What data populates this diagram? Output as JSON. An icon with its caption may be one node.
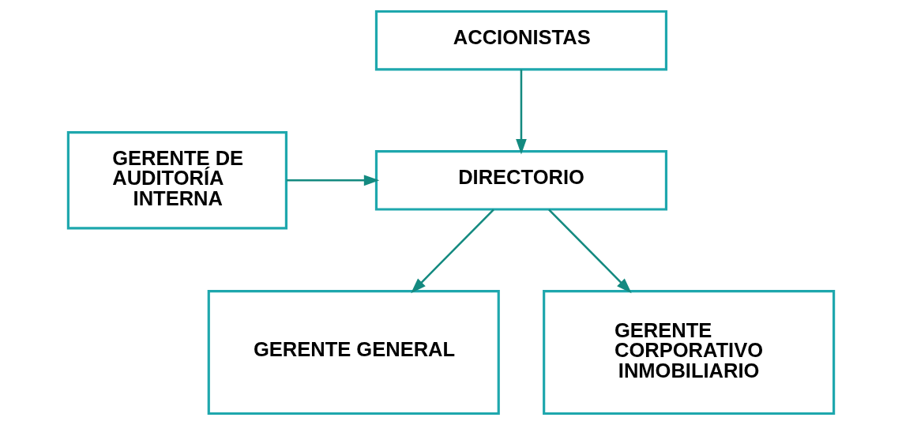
{
  "diagram": {
    "nodes": [
      {
        "text": [
          "ACCIONISTAS"
        ]
      },
      {
        "text": [
          "DIRECTORIO"
        ]
      },
      {
        "text": [
          "GERENTE DE AUDITORÍA INTERNA"
        ]
      },
      {
        "text": [
          "GERENTE GENERAL"
        ]
      },
      {
        "text": [
          "GERENTE CORPORATIVO INMOBILIARIO"
        ]
      }
    ],
    "edges": [
      {
        "from": 0,
        "to": 1,
        "arrow": "to"
      },
      {
        "from": 2,
        "to": 1,
        "arrow": "to"
      },
      {
        "from": 1,
        "to": 3,
        "arrow": "to"
      },
      {
        "from": 1,
        "to": 4,
        "arrow": "to"
      }
    ]
  }
}
